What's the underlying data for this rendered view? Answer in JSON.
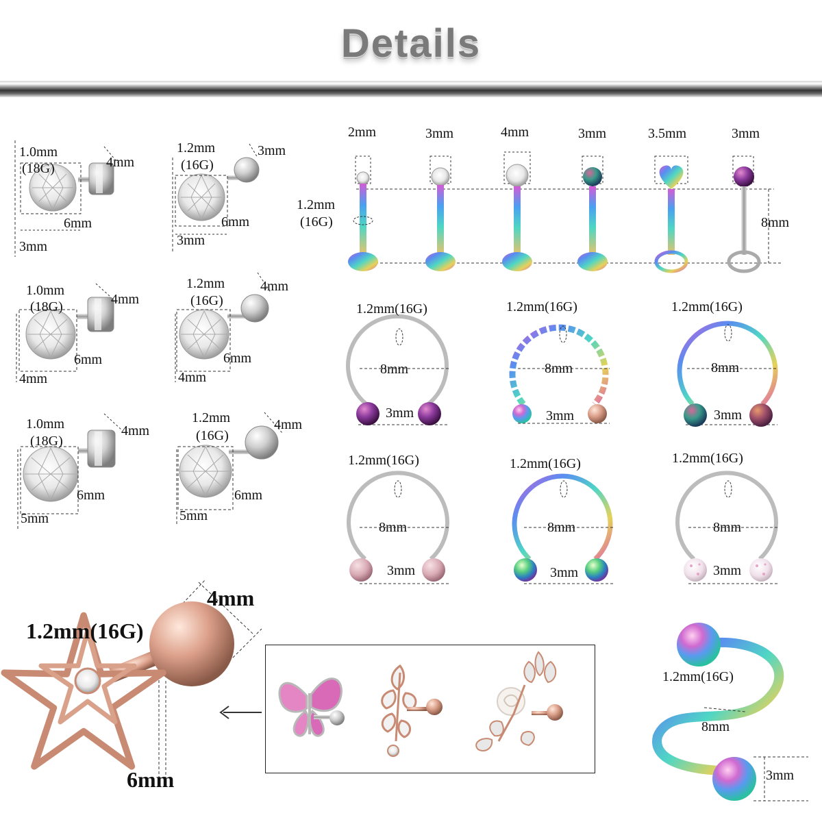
{
  "header": {
    "title": "Details"
  },
  "studs": [
    {
      "gauge": "1.0mm",
      "gauge_g": "(18G)",
      "ball": "4mm",
      "bar": "6mm",
      "gem": "3mm"
    },
    {
      "gauge": "1.2mm",
      "gauge_g": "(16G)",
      "ball": "3mm",
      "bar": "6mm",
      "gem": "3mm"
    },
    {
      "gauge": "1.0mm",
      "gauge_g": "(18G)",
      "ball": "4mm",
      "bar": "6mm",
      "gem": "4mm"
    },
    {
      "gauge": "1.2mm",
      "gauge_g": "(16G)",
      "ball": "4mm",
      "bar": "6mm",
      "gem": "4mm"
    },
    {
      "gauge": "1.0mm",
      "gauge_g": "(18G)",
      "ball": "4mm",
      "bar": "6mm",
      "gem": "5mm"
    },
    {
      "gauge": "1.2mm",
      "gauge_g": "(16G)",
      "ball": "4mm",
      "bar": "6mm",
      "gem": "5mm"
    }
  ],
  "labrets": {
    "tops": [
      "2mm",
      "3mm",
      "4mm",
      "3mm",
      "3.5mm",
      "3mm"
    ],
    "gauge": "1.2mm",
    "gauge_g": "(16G)",
    "length": "8mm"
  },
  "horseshoes": [
    {
      "gauge": "1.2mm(16G)",
      "diameter": "8mm",
      "ball": "3mm"
    },
    {
      "gauge": "1.2mm(16G)",
      "diameter": "8mm",
      "ball": "3mm"
    },
    {
      "gauge": "1.2mm(16G)",
      "diameter": "8mm",
      "ball": "3mm"
    },
    {
      "gauge": "1.2mm(16G)",
      "diameter": "8mm",
      "ball": "3mm"
    },
    {
      "gauge": "1.2mm(16G)",
      "diameter": "8mm",
      "ball": "3mm"
    },
    {
      "gauge": "1.2mm(16G)",
      "diameter": "8mm",
      "ball": "3mm"
    }
  ],
  "star_stud": {
    "gauge": "1.2mm(16G)",
    "ball": "4mm",
    "bar": "6mm"
  },
  "twister": {
    "gauge": "1.2mm(16G)",
    "length": "8mm",
    "ball": "3mm"
  },
  "colors": {
    "rose_gold": "#d9a08a",
    "steel": "#c8c8c8",
    "title": "#7a7a7a"
  }
}
